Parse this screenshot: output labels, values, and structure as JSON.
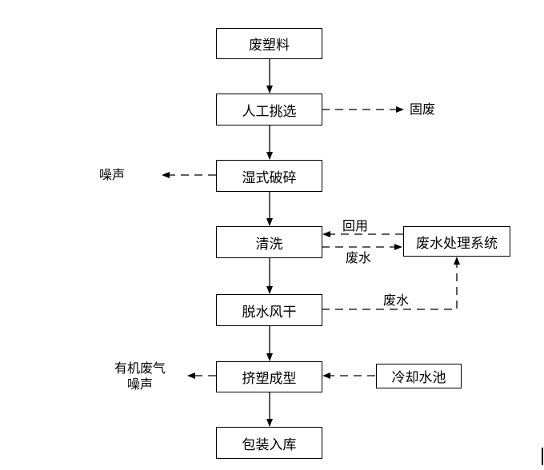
{
  "nodes": {
    "waste_plastic": "废塑料",
    "manual_sorting": "人工挑选",
    "wet_crushing": "湿式破碎",
    "cleaning": "清洗",
    "dewater_dry": "脱水风干",
    "extrusion": "挤塑成型",
    "package_storage": "包装入库",
    "wastewater_system": "废水处理系统",
    "cooling_pool": "冷却水池"
  },
  "labels": {
    "solid_waste": "固废",
    "noise_1": "噪声",
    "reuse": "回用",
    "wastewater_1": "废水",
    "wastewater_2": "废水",
    "organic_gas": "有机废气",
    "noise_2": "噪声"
  }
}
